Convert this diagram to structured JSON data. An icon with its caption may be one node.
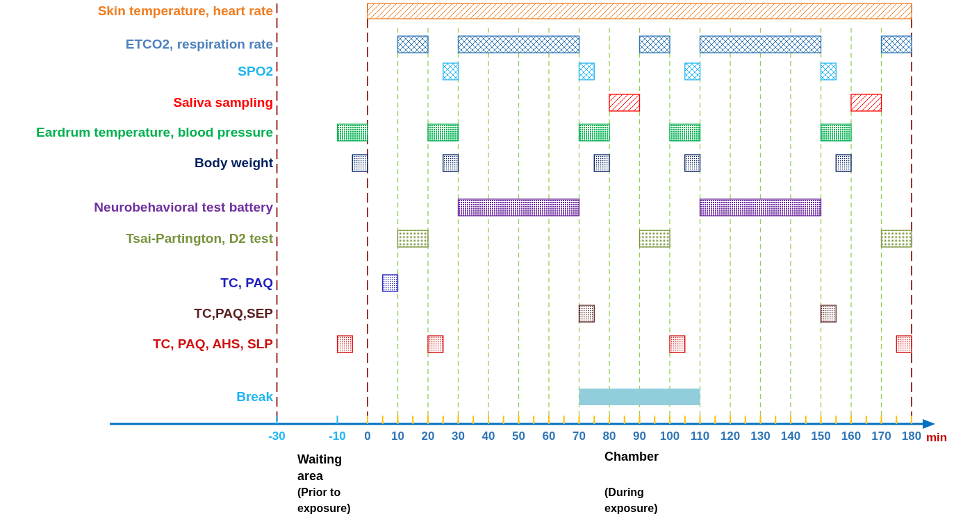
{
  "diagram": {
    "labels": [
      "Skin temperature, heart rate",
      "ETCO2, respiration rate",
      "SPO2",
      "Saliva sampling",
      "Eardrum temperature, blood pressure",
      "Body weight",
      "Neurobehavioral test battery",
      "Tsai-Partington, D2 test",
      "TC, PAQ",
      "TC,PAQ,SEP",
      "TC, PAQ, AHS, SLP",
      "Break",
      "-30",
      "-10",
      "0",
      "10",
      "20",
      "30",
      "40",
      "50",
      "60",
      "70",
      "80",
      "90",
      "100",
      "110",
      "120",
      "130",
      "140",
      "150",
      "160",
      "170",
      "180",
      "min",
      "Waiting area",
      "(Prior to exposure)",
      "Chamber",
      "(During exposure)"
    ]
  }
}
